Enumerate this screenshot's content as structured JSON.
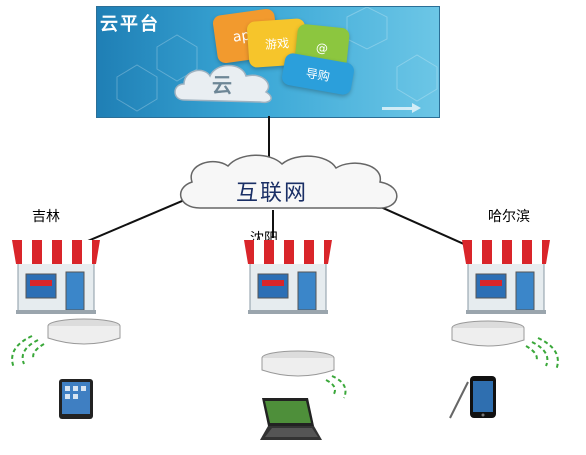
{
  "banner": {
    "title": "云平台",
    "card_app": "app",
    "card_game": "游戏",
    "card_guide": "导购",
    "logo_glyph": "云"
  },
  "internet": {
    "label": "互联网"
  },
  "cities": [
    {
      "name": "吉林"
    },
    {
      "name": "沈阳"
    },
    {
      "name": "哈尔滨"
    }
  ],
  "devices": [
    "tablet-icon",
    "laptop-icon",
    "smartphone-icon"
  ],
  "colors": {
    "banner_dark": "#1f7fb5",
    "banner_light": "#6cc6e6",
    "awning_red": "#d9252a",
    "wifi_green": "#3aa83a",
    "internet_text": "#1a2f66"
  }
}
